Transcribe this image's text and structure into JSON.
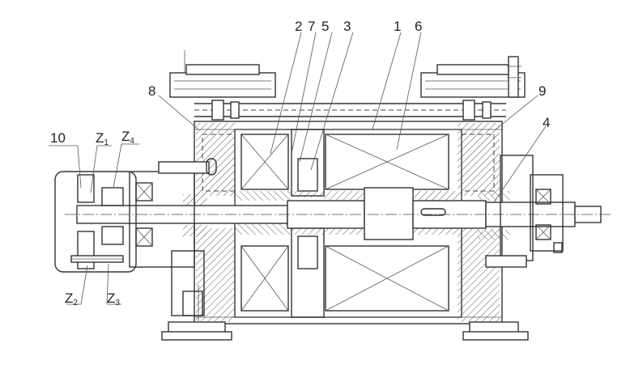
{
  "labels": {
    "l1": "1",
    "l2": "2",
    "l3": "3",
    "l4": "4",
    "l5": "5",
    "l6": "6",
    "l7": "7",
    "l8": "8",
    "l9": "9",
    "l10": "10",
    "z1": {
      "main": "Z",
      "sub": "1"
    },
    "z2": {
      "main": "Z",
      "sub": "2"
    },
    "z3": {
      "main": "Z",
      "sub": "3"
    },
    "z4": {
      "main": "Z",
      "sub": "4"
    }
  }
}
